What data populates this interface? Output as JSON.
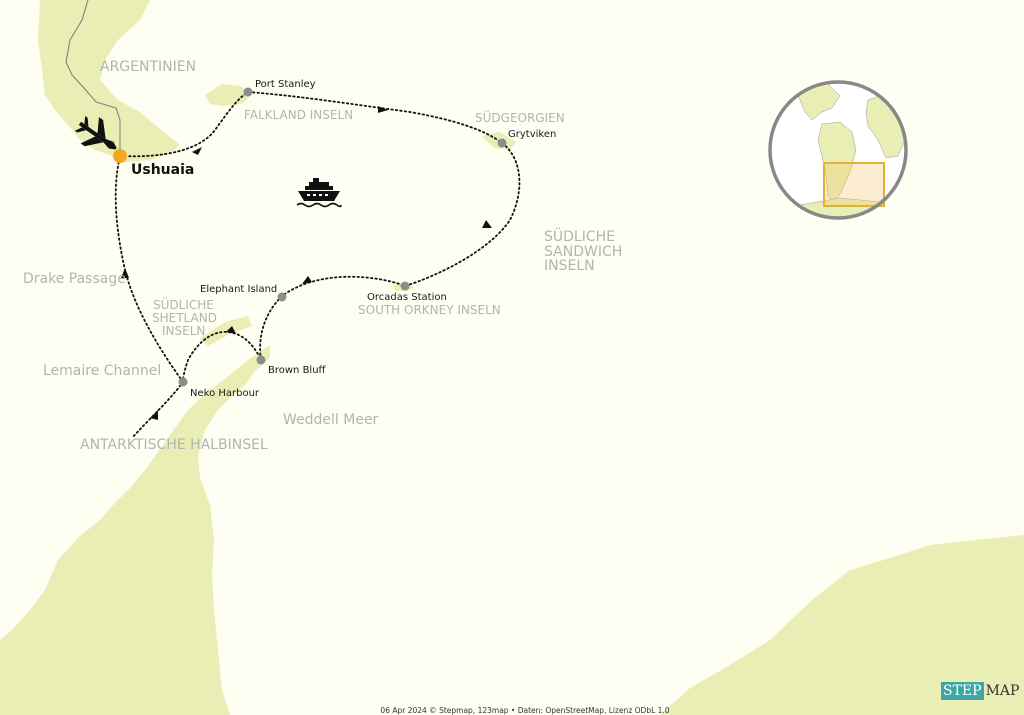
{
  "regions": {
    "argentinien": "ARGENTINIEN",
    "falkland": "FALKLAND INSELN",
    "suedgeorgien": "SÜDGEORGIEN",
    "sandwich": [
      "SÜDLICHE",
      "SANDWICH",
      "INSELN"
    ],
    "drake": "Drake Passage",
    "shetland": [
      "SÜDLICHE",
      "SHETLAND",
      "INSELN"
    ],
    "orkney": "SOUTH ORKNEY INSELN",
    "lemaire": "Lemaire Channel",
    "weddell": "Weddell Meer",
    "halbinsel": "ANTARKTISCHE HALBINSEL"
  },
  "places": {
    "ushuaia": "Ushuaia",
    "port_stanley": "Port Stanley",
    "grytviken": "Grytviken",
    "orcadas": "Orcadas Station",
    "elephant": "Elephant Island",
    "brown_bluff": "Brown Bluff",
    "neko": "Neko Harbour"
  },
  "footer": "06 Apr 2024 © Stepmap, 123map • Daten: OpenStreetMap, Lizenz ODbL 1.0",
  "logo": {
    "part1": "STEP",
    "part2": "MAP"
  },
  "icons": [
    "airplane-icon",
    "ship-icon"
  ],
  "colors": {
    "land": "#e8eeb4",
    "sea": "#fefef2",
    "start": "#f5a623",
    "stop": "#8c8c8c",
    "inset_frame": "#e0b232"
  }
}
